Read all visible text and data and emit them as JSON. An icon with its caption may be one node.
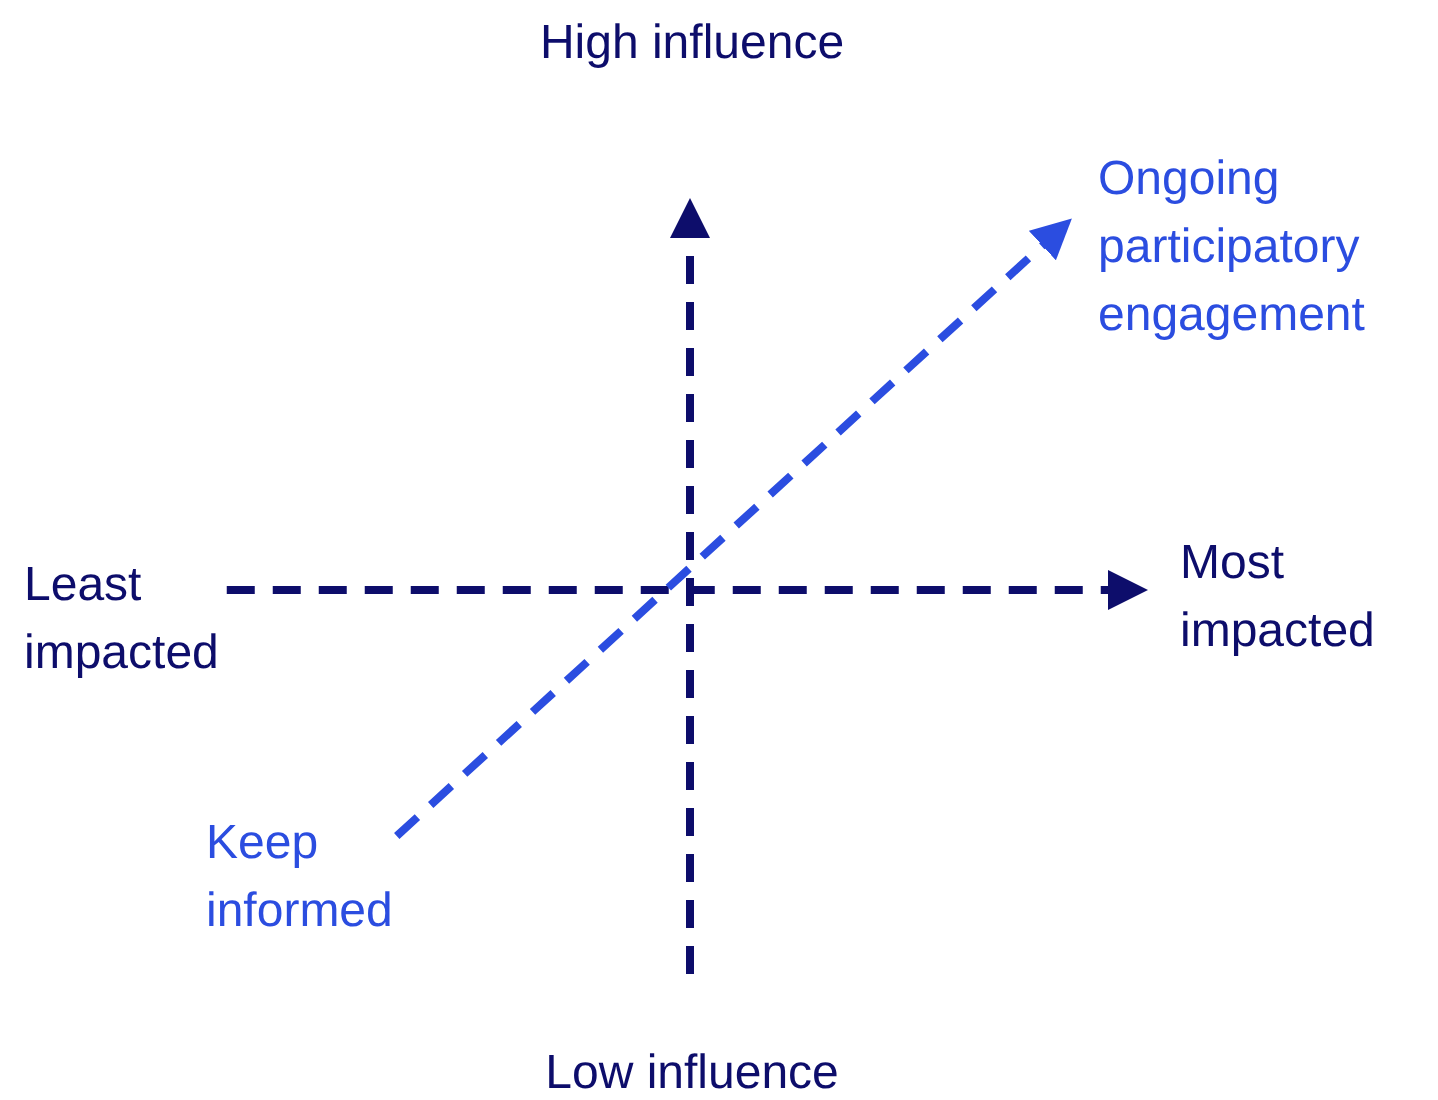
{
  "diagram": {
    "nodes": [
      {
        "text": [
          "High influence"
        ]
      },
      {
        "text": [
          "Ongoing participatory engagement"
        ]
      },
      {
        "text": [
          "Least impacted"
        ]
      },
      {
        "text": [
          "Most impacted"
        ]
      },
      {
        "text": [
          "Keep informed"
        ]
      },
      {
        "text": [
          "Low influence"
        ]
      }
    ],
    "edges": [
      {
        "from": 2,
        "to": 3,
        "arrow": "to",
        "style": "dashed"
      },
      {
        "from": 5,
        "to": 0,
        "arrow": "to",
        "style": "dashed"
      },
      {
        "from": 4,
        "to": 1,
        "arrow": "to",
        "style": "dashed",
        "color": "#2b4de0"
      }
    ]
  }
}
